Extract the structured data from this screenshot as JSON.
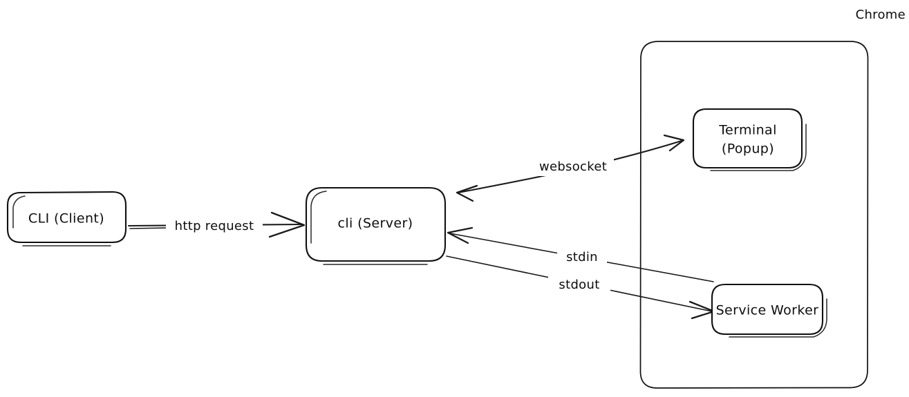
{
  "diagram": {
    "title": "Chrome CLI architecture diagram",
    "style": "hand-drawn",
    "background_color": "#ffffff",
    "stroke_color": "#101010",
    "nodes": [
      {
        "id": "cli-client",
        "label": "CLI (Client)",
        "shape": "rounded-rect"
      },
      {
        "id": "cli-server",
        "label": "cli (Server)",
        "shape": "rounded-rect"
      },
      {
        "id": "terminal-popup",
        "label_line1": "Terminal",
        "label_line2": "(Popup)",
        "shape": "rounded-rect"
      },
      {
        "id": "service-worker",
        "label": "Service Worker",
        "shape": "rounded-rect"
      }
    ],
    "groups": [
      {
        "id": "chrome-container",
        "label": "Chrome",
        "shape": "rounded-rect",
        "label_position": "top-right-outside"
      }
    ],
    "edges": [
      {
        "id": "edge-http-request",
        "label": "http request",
        "from": "cli-client",
        "to": "cli-server",
        "direction": "forward"
      },
      {
        "id": "edge-websocket",
        "label": "websocket",
        "from": "cli-server",
        "to": "terminal-popup",
        "direction": "both"
      },
      {
        "id": "edge-stdin",
        "label": "stdin",
        "from": "service-worker",
        "to": "cli-server",
        "direction": "forward"
      },
      {
        "id": "edge-stdout",
        "label": "stdout",
        "from": "cli-server",
        "to": "service-worker",
        "direction": "forward"
      }
    ]
  }
}
